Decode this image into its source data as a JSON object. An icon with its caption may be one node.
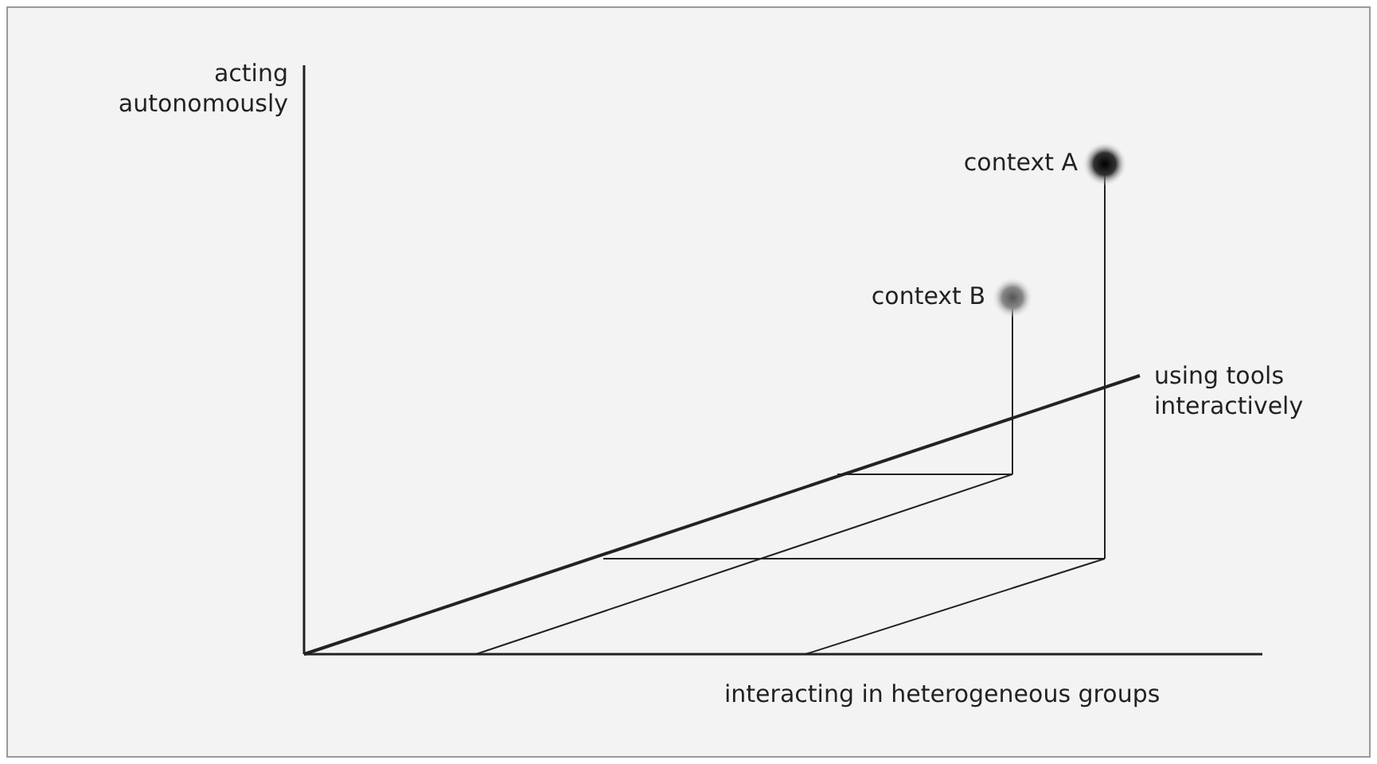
{
  "diagram": {
    "labels": [
      "acting autonomously",
      "context A",
      "context B",
      "using tools interactively",
      "interacting in heterogeneous groups"
    ]
  }
}
